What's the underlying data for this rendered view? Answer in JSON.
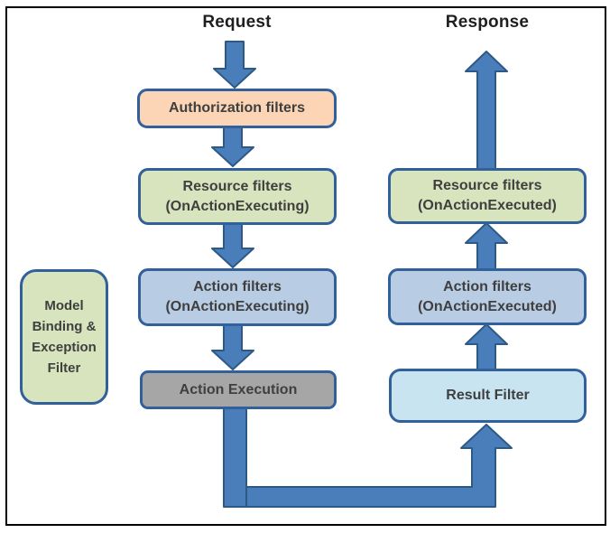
{
  "diagram": {
    "request_flow": {
      "header": "Request",
      "authorization_box": {
        "line1": "Authorization filters"
      },
      "resource_filters_box": {
        "line1": "Resource filters",
        "line2": "(OnActionExecuting)"
      },
      "action_filters_box": {
        "line1": "Action filters",
        "line2": "(OnActionExecuting)"
      },
      "action_execution_box": {
        "line1": "Action Execution"
      }
    },
    "response_flow": {
      "header": "Response",
      "resource_filters_box": {
        "line1": "Resource filters",
        "line2": "(OnActionExecuted)"
      },
      "action_filters_box": {
        "line1": "Action filters",
        "line2": "(OnActionExecuted)"
      },
      "result_filter_box": {
        "line1": "Result Filter"
      }
    },
    "side_box": {
      "line1": "Model",
      "line2": "Binding &",
      "line3": "Exception",
      "line4": "Filter"
    }
  },
  "colors": {
    "arrow_fill": "#4a7ebb",
    "arrow_stroke": "#2d5986",
    "box_border": "#31609b",
    "authorization_fill": "#fbd5b5",
    "resource_filters_fill": "#d7e4bd",
    "action_filters_fill": "#b8cce4",
    "action_execution_fill": "#a6a6a6",
    "result_filter_fill": "#c9e4f1",
    "side_box_fill": "#d7e4bd",
    "frame_border": "#000000",
    "box_text": "#3f3f3f",
    "header_text": "#1f1f1f"
  }
}
